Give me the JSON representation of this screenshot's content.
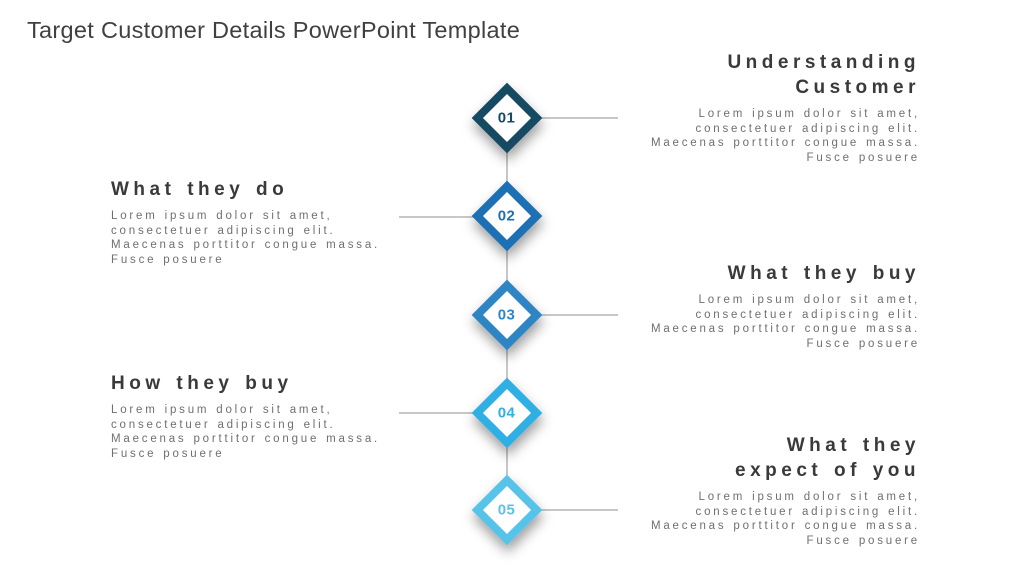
{
  "slide": {
    "title": "Target Customer Details PowerPoint Template"
  },
  "colors": {
    "background": "#ffffff",
    "title": "#404040",
    "heading": "#3a3a3a",
    "body": "#6f6f6f",
    "connector": "#c7c7c7"
  },
  "steps": [
    {
      "number": "01",
      "side": "right",
      "color": "#164a63",
      "title": "Understanding Customer",
      "title_lines": [
        "Understanding",
        "Customer"
      ],
      "body": "Lorem ipsum dolor sit amet, consectetuer adipiscing elit. Maecenas porttitor congue massa. Fusce posuere",
      "body_lines": [
        "Lorem ipsum dolor sit amet,",
        "consectetuer adipiscing elit.",
        "Maecenas porttitor congue massa.",
        "Fusce posuere"
      ]
    },
    {
      "number": "02",
      "side": "left",
      "color": "#1d70b4",
      "title": "What they do",
      "title_lines": [
        "What they do"
      ],
      "body": "Lorem ipsum dolor sit amet, consectetuer adipiscing elit. Maecenas porttitor congue massa. Fusce posuere",
      "body_lines": [
        "Lorem ipsum dolor sit amet,",
        "consectetuer adipiscing elit.",
        "Maecenas porttitor congue massa.",
        "Fusce posuere"
      ]
    },
    {
      "number": "03",
      "side": "right",
      "color": "#2e85c4",
      "title": "What they buy",
      "title_lines": [
        "What they buy"
      ],
      "body": "Lorem ipsum dolor sit amet, consectetuer adipiscing elit. Maecenas porttitor congue massa. Fusce posuere",
      "body_lines": [
        "Lorem ipsum dolor sit amet,",
        "consectetuer adipiscing elit.",
        "Maecenas porttitor congue massa.",
        "Fusce posuere"
      ]
    },
    {
      "number": "04",
      "side": "left",
      "color": "#30afe5",
      "title": "How they buy",
      "title_lines": [
        "How they buy"
      ],
      "body": "Lorem ipsum dolor sit amet, consectetuer adipiscing elit. Maecenas porttitor congue massa. Fusce posuere",
      "body_lines": [
        "Lorem ipsum dolor sit amet,",
        "consectetuer adipiscing elit.",
        "Maecenas porttitor congue massa.",
        "Fusce posuere"
      ]
    },
    {
      "number": "05",
      "side": "right",
      "color": "#58c3e8",
      "title": "What they expect of you",
      "title_lines": [
        "What they",
        "expect of you"
      ],
      "body": "Lorem ipsum dolor sit amet, consectetuer adipiscing elit. Maecenas porttitor congue massa. Fusce posuere",
      "body_lines": [
        "Lorem ipsum dolor sit amet,",
        "consectetuer adipiscing elit.",
        "Maecenas porttitor congue massa.",
        "Fusce posuere"
      ]
    }
  ]
}
